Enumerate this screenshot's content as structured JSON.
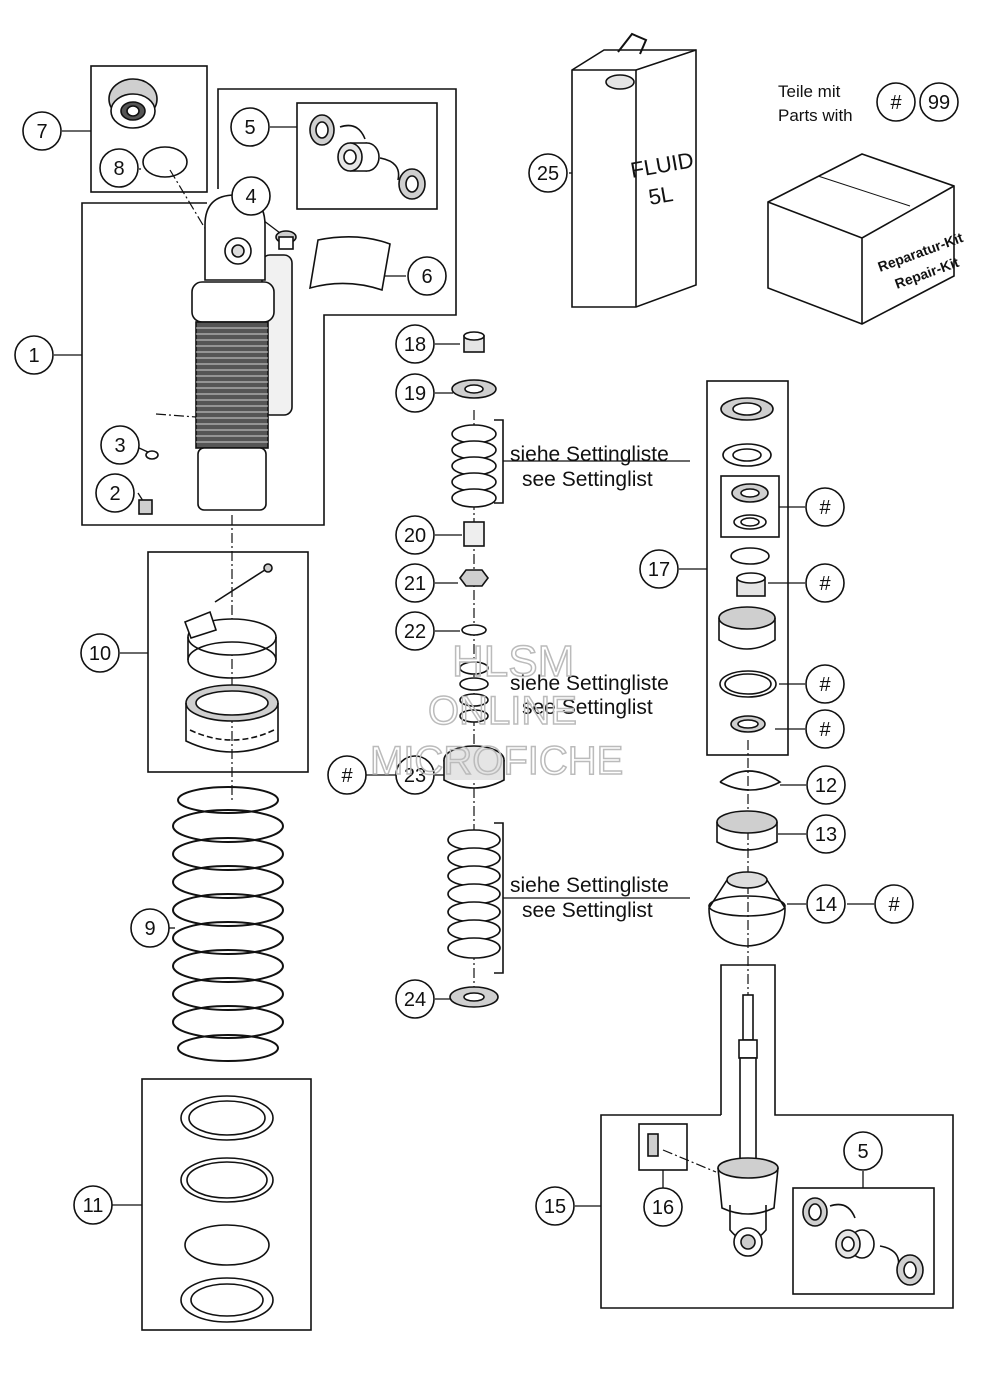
{
  "callouts": {
    "c1": "1",
    "c2": "2",
    "c3": "3",
    "c4": "4",
    "c5a": "5",
    "c5b": "5",
    "c6": "6",
    "c7": "7",
    "c8": "8",
    "c9": "9",
    "c10": "10",
    "c11": "11",
    "c12": "12",
    "c13": "13",
    "c14": "14",
    "c15": "15",
    "c16": "16",
    "c17": "17",
    "c18": "18",
    "c19": "19",
    "c20": "20",
    "c21": "21",
    "c22": "22",
    "c23": "23",
    "c24": "24",
    "c25": "25"
  },
  "hash_symbol": "#",
  "legend": {
    "line1": "Teile mit",
    "line2": "Parts with",
    "kit_number": "99"
  },
  "repair_kit": {
    "line1": "Reparatur-Kit",
    "line2": "Repair-Kit"
  },
  "fluid_can": {
    "line1": "FLUID",
    "line2": "5L"
  },
  "settings_note": {
    "de": "siehe Settingliste",
    "en": "see Settinglist"
  },
  "watermark": {
    "line1": "HLSM",
    "line2": "ONLINE",
    "line3": "MICROFICHE"
  },
  "colors": {
    "stroke": "#111111",
    "fill": "#ffffff",
    "shade": "#cfcfcf",
    "watermark": "#bbbbbb"
  }
}
